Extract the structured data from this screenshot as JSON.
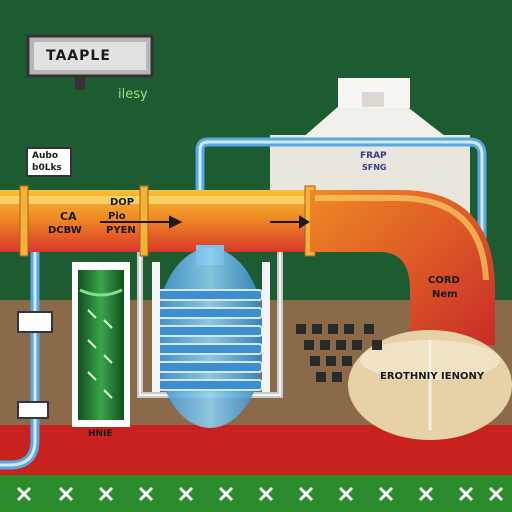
{
  "diagram": {
    "title": "TAAPLE",
    "subtitle": "ilesy",
    "tag_left_top": "Aubo",
    "tag_left_bottom": "b0Lks",
    "tank_label": "FRAP",
    "tank_sublabel": "SFNG",
    "pipe_label_left_top": "CA",
    "pipe_label_left_bottom": "DCBW",
    "pipe_label_mid_top": "DOP",
    "pipe_label_mid_middle": "Pio",
    "pipe_label_mid_bottom": "PYEN",
    "elbow_label_top": "CORD",
    "elbow_label_bottom": "Nem",
    "bottom_label": "EROTHNIY IENONY",
    "column_label": "HNIE",
    "colors": {
      "background": "#1d5c30",
      "pipe_orange": "#f08a24",
      "pipe_red": "#d8372a",
      "coolant_blue": "#5aa8e0",
      "ground_red": "#c8221f",
      "ground_green": "#2a8c2a"
    }
  }
}
